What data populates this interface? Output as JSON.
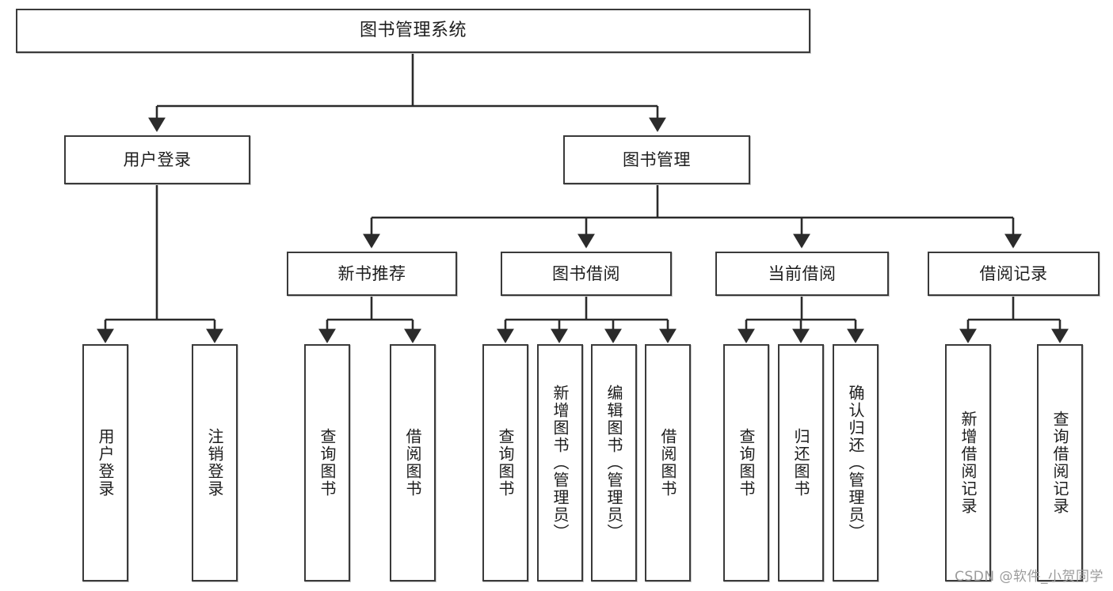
{
  "diagram": {
    "type": "tree",
    "title": "图书管理系统",
    "watermark": "CSDN @软件_小贺同学",
    "colors": {
      "box_border": "#3a3a3a",
      "box_fill": "#ffffff",
      "connector": "#2b2b2b",
      "text": "#1d1d1d",
      "watermark": "#9b9b9b"
    },
    "root": {
      "label": "图书管理系统"
    },
    "level2": [
      {
        "label": "用户登录"
      },
      {
        "label": "图书管理"
      }
    ],
    "level3": [
      {
        "label": "新书推荐"
      },
      {
        "label": "图书借阅"
      },
      {
        "label": "当前借阅"
      },
      {
        "label": "借阅记录"
      }
    ],
    "leaves": {
      "user_login": [
        {
          "label": "用户登录"
        },
        {
          "label": "注销登录"
        }
      ],
      "new_book_recommend": [
        {
          "label": "查询图书"
        },
        {
          "label": "借阅图书"
        }
      ],
      "book_borrow": [
        {
          "label": "查询图书"
        },
        {
          "label": "新增图书（管理员）"
        },
        {
          "label": "编辑图书（管理员）"
        },
        {
          "label": "借阅图书"
        }
      ],
      "current_borrow": [
        {
          "label": "查询图书"
        },
        {
          "label": "归还图书"
        },
        {
          "label": "确认归还（管理员）"
        }
      ],
      "borrow_record": [
        {
          "label": "新增借阅记录"
        },
        {
          "label": "查询借阅记录"
        }
      ]
    }
  }
}
